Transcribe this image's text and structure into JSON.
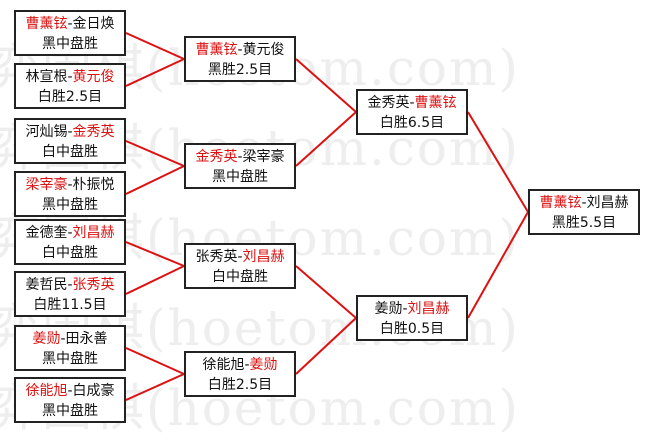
{
  "watermark": {
    "lines": [
      "弈围棋(hoetom.com)",
      "弈围棋(hoetom.com)",
      "弈围棋(hoetom.com)",
      "弈围棋(hoetom.com)",
      "弈围棋(hoetom.com)"
    ]
  },
  "colors": {
    "winner": "#dd1111",
    "connector": "#dd1111",
    "box_border": "#222222"
  },
  "round1": [
    {
      "black": "曹薰铉",
      "white": "金日焕",
      "winner": "black",
      "result": "黑中盘胜"
    },
    {
      "black": "林宣根",
      "white": "黄元俊",
      "winner": "white",
      "result": "白胜2.5目"
    },
    {
      "black": "河灿锡",
      "white": "金秀英",
      "winner": "white",
      "result": "白中盘胜"
    },
    {
      "black": "梁宰豪",
      "white": "朴振悦",
      "winner": "black",
      "result": "黑中盘胜"
    },
    {
      "black": "金德奎",
      "white": "刘昌赫",
      "winner": "white",
      "result": "白中盘胜"
    },
    {
      "black": "姜哲民",
      "white": "张秀英",
      "winner": "white",
      "result": "白胜11.5目"
    },
    {
      "black": "姜勋",
      "white": "田永善",
      "winner": "black",
      "result": "黑中盘胜"
    },
    {
      "black": "徐能旭",
      "white": "白成豪",
      "winner": "black",
      "result": "黑中盘胜"
    }
  ],
  "round2": [
    {
      "black": "曹薰铉",
      "white": "黄元俊",
      "winner": "black",
      "result": "黑胜2.5目"
    },
    {
      "black": "金秀英",
      "white": "梁宰豪",
      "winner": "black",
      "result": "黑中盘胜"
    },
    {
      "black": "张秀英",
      "white": "刘昌赫",
      "winner": "white",
      "result": "白中盘胜"
    },
    {
      "black": "徐能旭",
      "white": "姜勋",
      "winner": "white",
      "result": "白胜2.5目"
    }
  ],
  "round3": [
    {
      "black": "金秀英",
      "white": "曹薰铉",
      "winner": "white",
      "result": "白胜6.5目"
    },
    {
      "black": "姜勋",
      "white": "刘昌赫",
      "winner": "white",
      "result": "白胜0.5目"
    }
  ],
  "final": [
    {
      "black": "曹薰铉",
      "white": "刘昌赫",
      "winner": "black",
      "result": "黑胜5.5目"
    }
  ]
}
